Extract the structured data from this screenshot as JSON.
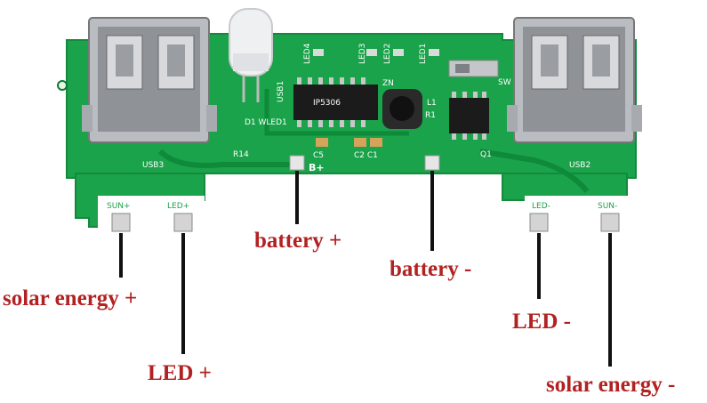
{
  "diagram": {
    "board_silkscreen": {
      "sun_plus": "SUN+",
      "led_plus": "LED+",
      "led_minus": "LED-",
      "sun_minus": "SUN-",
      "usb3": "USB3",
      "usb2": "USB2",
      "usb1": "USB1",
      "b_plus": "B+",
      "c5": "C5",
      "c2_c1": "C2 C1",
      "d1_wled1": "D1 WLED1",
      "r14": "R14",
      "led4": "LED4",
      "led3": "LED3",
      "led2": "LED2",
      "led1": "LED1",
      "zn": "ZN",
      "r1": "R1",
      "l1": "L1",
      "q1": "Q1",
      "sw": "SW",
      "ic_text": "IP5306"
    },
    "labels": {
      "solar_plus": "solar energy +",
      "led_plus": "LED +",
      "battery_plus": "battery +",
      "battery_minus": "battery -",
      "led_minus": "LED -",
      "solar_minus": "solar energy -"
    },
    "colors": {
      "pcb_green": "#1aa34a",
      "trace_green": "#0e8a3a",
      "label_red": "#b22222",
      "wire": "#111111"
    }
  }
}
